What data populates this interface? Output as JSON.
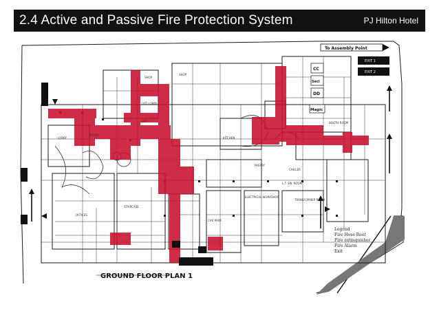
{
  "header": {
    "title": "2.4 Active and Passive Fire Protection System",
    "subtitle": "PJ Hilton Hotel"
  },
  "plan": {
    "title": "GROUND FLOOR PLAN 1",
    "assembly_point": "To Assembly Point",
    "rooms": {
      "kitchen": "KITCHEN",
      "pastry": "PASTRY",
      "lobby": "LOBBY",
      "shop": "SHOP",
      "store": "STORE",
      "lift_lobby": "LIFT LOBBY",
      "lift": "LIFT",
      "magic": "Magic",
      "secl": "Secl",
      "cc": "CC",
      "ddd": "DD",
      "booth": "BOOTH ROOM",
      "chiller": "CHILLER",
      "transformer": "TRANSFORMER ROOM",
      "electrical": "ELECTRICAL WORKSHOP",
      "lt_sw": "L.T. SW. ROOM",
      "staircase": "STAIRCASE",
      "car_park": "CAR PARK",
      "offices": "OFFICES"
    }
  },
  "legend": {
    "title": "Legend",
    "items": [
      "Fire Hose Reel",
      "Fire extinguisher",
      "Fire Alarm",
      "Exit"
    ]
  },
  "colors": {
    "header_bg": "#111111",
    "fire_zone": "#c8102e",
    "ink": "#1a1a1a"
  }
}
